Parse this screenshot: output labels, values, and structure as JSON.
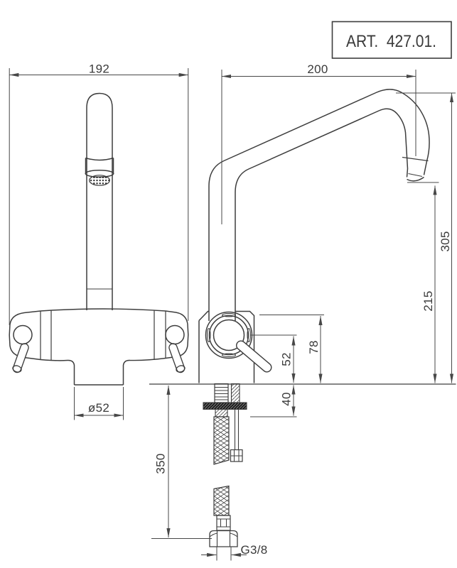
{
  "colors": {
    "background": "#ffffff",
    "line": "#3d3d3d",
    "dimension_line": "#474747",
    "text": "#3a3a3a"
  },
  "title_block": {
    "art_number": "ART.  427.01."
  },
  "drawing": {
    "type": "technical-dimension-drawing",
    "subject": "single-hole kitchen mixer tap with high swivel L-spout, front and side views"
  },
  "dimensions": {
    "front_overall_width": "192",
    "spout_reach": "200",
    "spout_top_height": "305",
    "spout_outlet_height": "215",
    "body_top_height": "78",
    "lever_axis_height": "52",
    "shank_length": "40",
    "base_diameter": "ø52",
    "supply_hose_length": "350",
    "connection_thread": "G3/8"
  }
}
